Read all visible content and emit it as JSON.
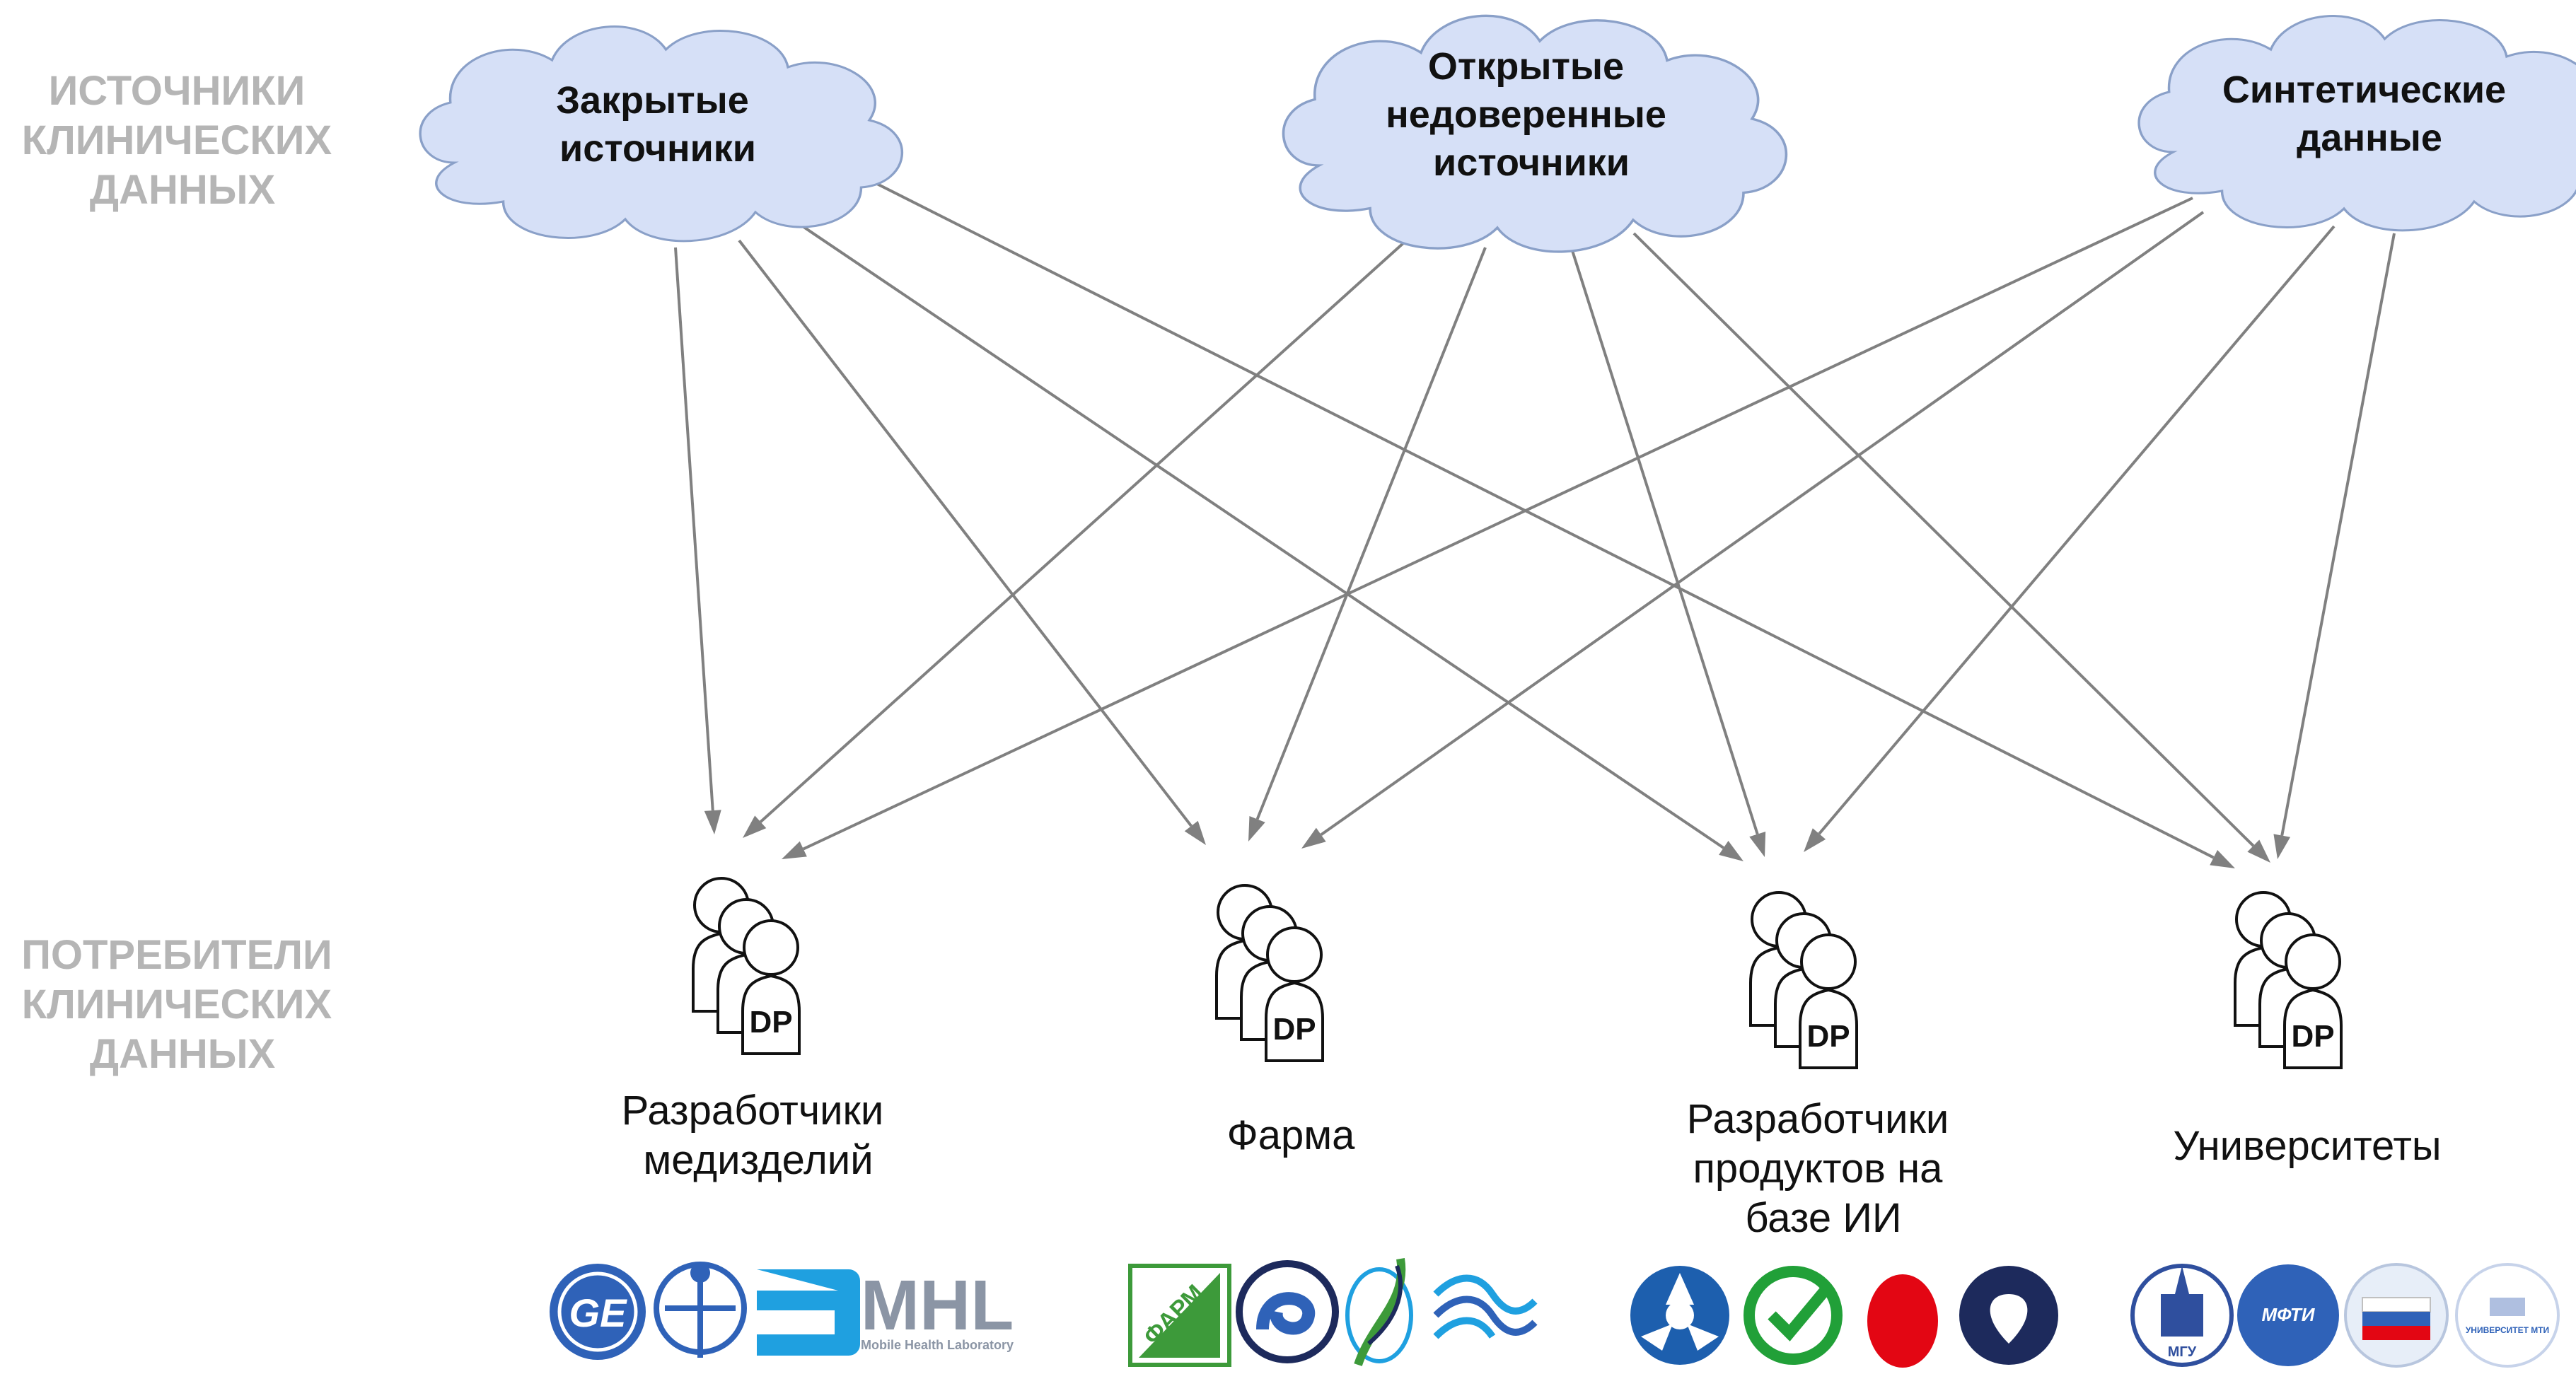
{
  "side_labels": {
    "sources": [
      "ИСТОЧНИКИ",
      "КЛИНИЧЕСКИХ",
      "ДАННЫХ"
    ],
    "consumers": [
      "ПОТРЕБИТЕЛИ",
      "КЛИНИЧЕСКИХ",
      "ДАННЫХ"
    ]
  },
  "sources": [
    {
      "id": "closed",
      "lines": [
        "Закрытые",
        "источники"
      ]
    },
    {
      "id": "open",
      "lines": [
        "Открытые",
        "недоверенные",
        "источники"
      ]
    },
    {
      "id": "synthetic",
      "lines": [
        "Синтетические",
        "данные"
      ]
    }
  ],
  "consumers": [
    {
      "id": "meddev",
      "badge": "DP",
      "lines": [
        "Разработчики",
        "медизделий"
      ]
    },
    {
      "id": "pharma",
      "badge": "DP",
      "lines": [
        "Фарма"
      ]
    },
    {
      "id": "ai",
      "badge": "DP",
      "lines": [
        "Разработчики",
        "продуктов на",
        "базе ИИ"
      ]
    },
    {
      "id": "univ",
      "badge": "DP",
      "lines": [
        "Университеты"
      ]
    }
  ],
  "edges": [
    [
      "closed",
      "meddev"
    ],
    [
      "closed",
      "pharma"
    ],
    [
      "closed",
      "ai"
    ],
    [
      "closed",
      "univ"
    ],
    [
      "open",
      "meddev"
    ],
    [
      "open",
      "pharma"
    ],
    [
      "open",
      "ai"
    ],
    [
      "open",
      "univ"
    ],
    [
      "synthetic",
      "meddev"
    ],
    [
      "synthetic",
      "pharma"
    ],
    [
      "synthetic",
      "ai"
    ],
    [
      "synthetic",
      "univ"
    ]
  ],
  "logos": {
    "meddev": [
      "GE",
      "",
      "a",
      "MHL",
      "Mobile Health Laboratory"
    ],
    "pharma": [
      "ФАРМ",
      "",
      "",
      ""
    ],
    "ai": [
      "",
      "",
      "",
      ""
    ],
    "univ": [
      "МГУ",
      "МФТИ",
      "",
      "УНИВЕРСИТЕТ МТИ"
    ]
  },
  "colors": {
    "cloud_fill": "#d6e0f7",
    "arrow": "#808080",
    "side_label": "#b5b5b5",
    "ge_blue": "#2f62b8",
    "abbott_blue": "#1fa0e0",
    "mhl_gray": "#8b95a5",
    "pharm_green": "#3d9a3a",
    "sber_green": "#21a038",
    "red": "#e30613",
    "navy": "#1d2a5c"
  }
}
